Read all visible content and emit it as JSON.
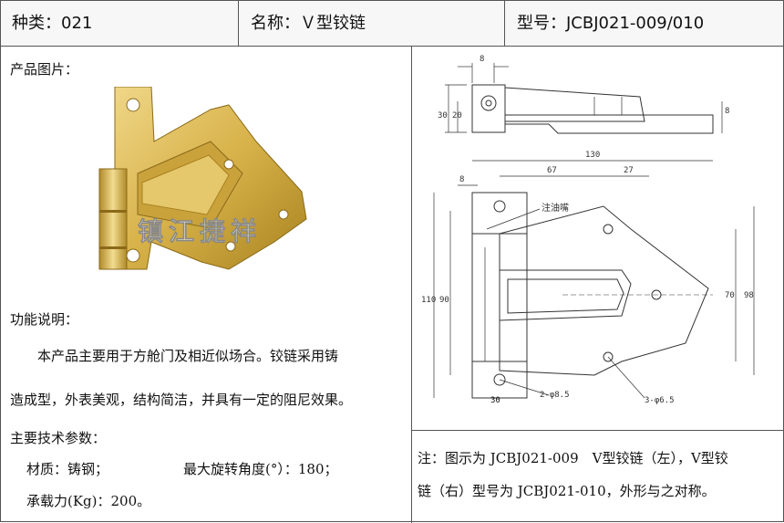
{
  "header": {
    "category": "种类：021",
    "name": "名称：Ｖ型铰链",
    "model": "型号：JCBJ021-009/010"
  },
  "left": {
    "photo_label": "产品图片：",
    "watermark": "镇江捷祥",
    "function_label": "功能说明：",
    "function_line1": "本产品主要用于方舱门及相近似场合。铰链采用铸",
    "function_line2": "造成型，外表美观，结构简洁，并具有一定的阻尼效果。",
    "params_label": "主要技术参数：",
    "material": "材质：铸钢；",
    "rotation": "最大旋转角度(°）：180；",
    "load": "承载力(Kg)：200。"
  },
  "drawing": {
    "dims": {
      "d8_top": "8",
      "d30": "30",
      "d20": "20",
      "d8_side": "8",
      "d130": "130",
      "d67": "67",
      "d27": "27",
      "d8_left": "8",
      "d110": "110",
      "d90": "90",
      "d70": "70",
      "d98": "98",
      "d30_bottom": "30",
      "hole_2": "2-φ8.5",
      "hole_3": "3-φ6.5"
    },
    "oil_nozzle": "注油嘴"
  },
  "note": {
    "line1": "注：图示为 JCBJ021-009　V型铰链（左），V型铰",
    "line2": "链（右）型号为 JCBJ021-010，外形与之对称。"
  },
  "colors": {
    "brass": "#d8b24a",
    "brass_dark": "#a8821e",
    "brass_light": "#f0d88a",
    "line": "#333333"
  }
}
